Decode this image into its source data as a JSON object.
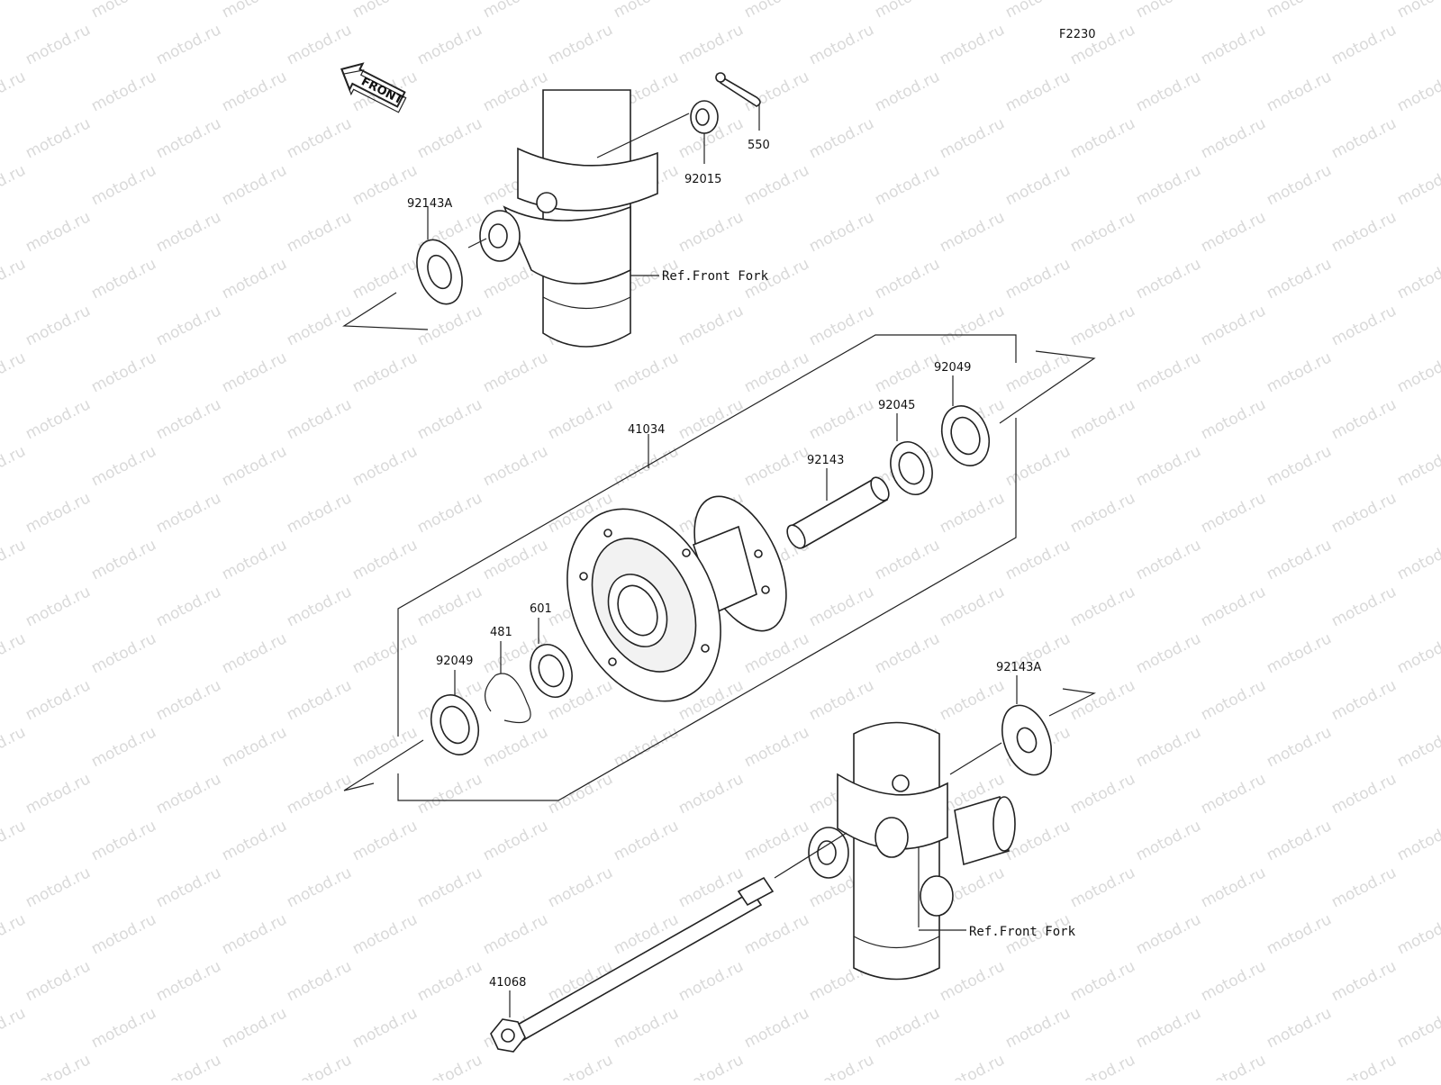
{
  "diagram": {
    "code": "F2230",
    "watermark": "motod.ru",
    "front_label": "FRONT",
    "parts": [
      {
        "id": "550",
        "label": "550"
      },
      {
        "id": "92015",
        "label": "92015"
      },
      {
        "id": "92143A-top",
        "label": "92143A"
      },
      {
        "id": "ref-fork-top",
        "label": "Ref.Front Fork"
      },
      {
        "id": "92049-right",
        "label": "92049"
      },
      {
        "id": "92045",
        "label": "92045"
      },
      {
        "id": "41034",
        "label": "41034"
      },
      {
        "id": "92143",
        "label": "92143"
      },
      {
        "id": "601",
        "label": "601"
      },
      {
        "id": "481",
        "label": "481"
      },
      {
        "id": "92049-left",
        "label": "92049"
      },
      {
        "id": "92143A-bottom",
        "label": "92143A"
      },
      {
        "id": "ref-fork-bottom",
        "label": "Ref.Front Fork"
      },
      {
        "id": "41068",
        "label": "41068"
      }
    ]
  }
}
